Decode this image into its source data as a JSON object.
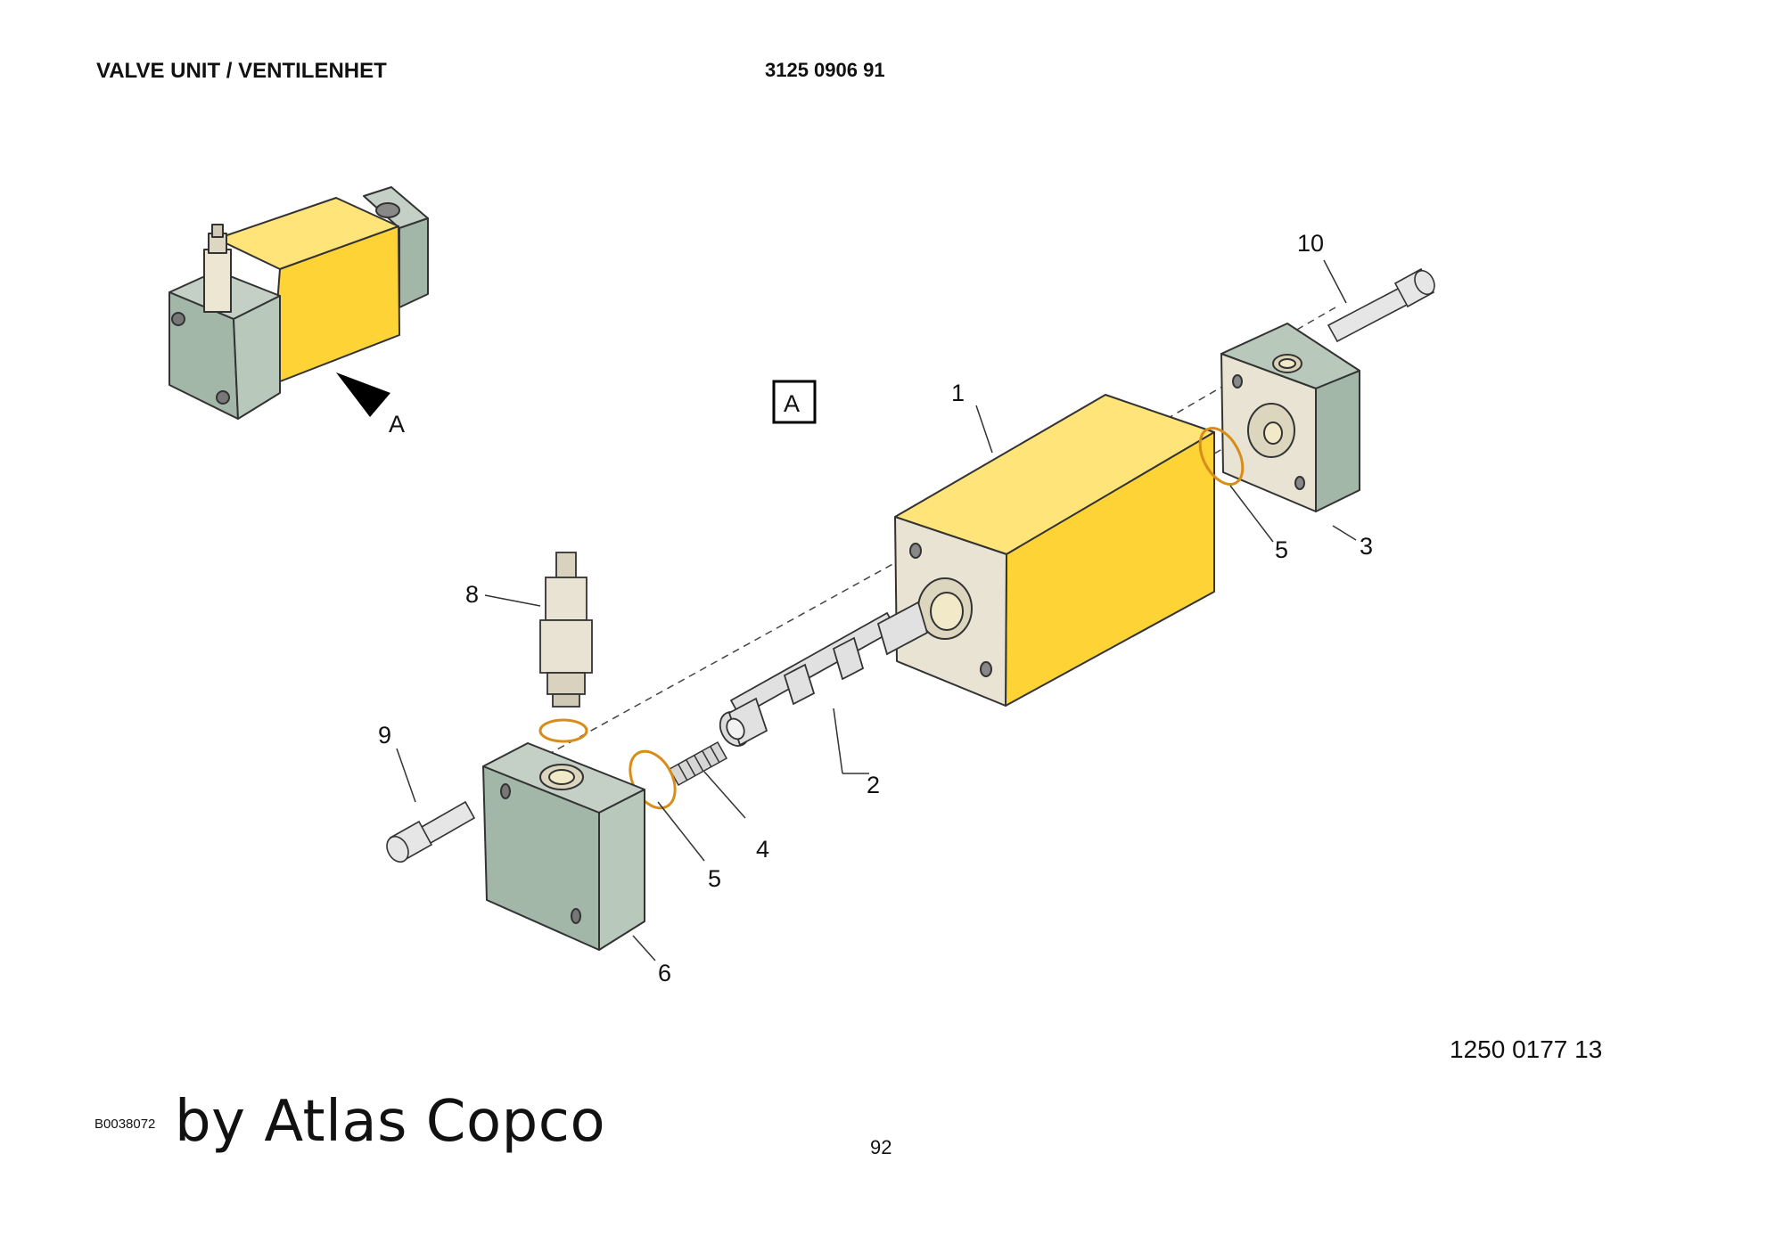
{
  "header": {
    "title": "VALVE UNIT / VENTILENHET",
    "part_number": "3125 0906 91"
  },
  "view_marker": "A",
  "overview_marker": "A",
  "callouts": {
    "body": "1",
    "spool": "2",
    "end_block": "3",
    "spring": "4",
    "o_ring_left": "5",
    "o_ring_right": "5",
    "inlet_block": "6",
    "relief_valve": "8",
    "screw_left": "9",
    "screw_right": "10"
  },
  "footer": {
    "reference_number": "1250 0177 13",
    "image_code": "B0038072",
    "brand": "by Atlas Copco",
    "page": "92"
  },
  "colors": {
    "body_yellow": "#fdd335",
    "block_green": "#a3b7a8",
    "face_cream": "#e8e3d3",
    "o_ring": "#d88d1a",
    "outline": "#333333"
  }
}
